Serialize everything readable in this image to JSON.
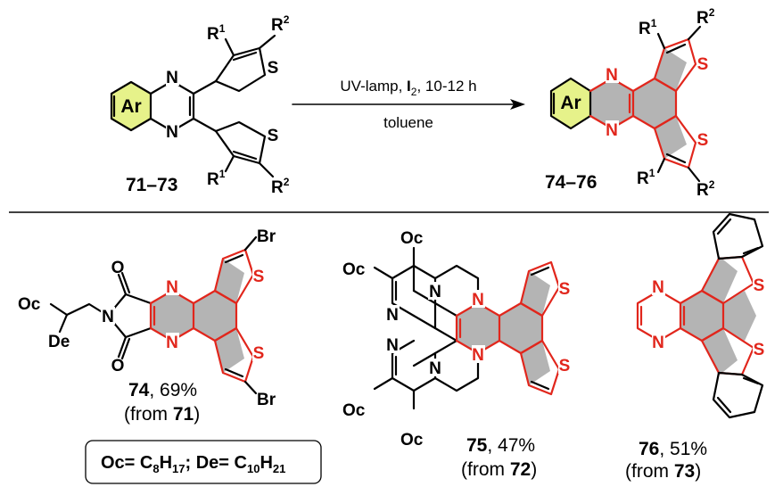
{
  "scheme": {
    "reactant": {
      "core_label": "Ar",
      "compound_label": "71–73",
      "atoms": {
        "N": "N",
        "S": "S",
        "R": "R",
        "sup1": "1",
        "sup2": "2"
      }
    },
    "arrow": {
      "above_parts": [
        "UV-lamp, ",
        "I",
        "2",
        ", 10-12 h"
      ],
      "below": "toluene"
    },
    "product": {
      "core_label": "Ar",
      "compound_label": "74–76"
    },
    "examples": [
      {
        "id": "74",
        "yield": ", 69%",
        "from_prefix": "(from ",
        "from_id": "71",
        "from_suffix": ")",
        "atoms": {
          "Br": "Br",
          "O": "O",
          "N": "N",
          "S": "S",
          "Oc": "Oc",
          "De": "De"
        }
      },
      {
        "id": "75",
        "yield": ", 47%",
        "from_prefix": "(from ",
        "from_id": "72",
        "from_suffix": ")",
        "atoms": {
          "Oc": "Oc",
          "N": "N",
          "S": "S"
        }
      },
      {
        "id": "76",
        "yield": ", 51%",
        "from_prefix": "(from ",
        "from_id": "73",
        "from_suffix": ")",
        "atoms": {
          "N": "N",
          "S": "S"
        }
      }
    ],
    "legend": {
      "parts": [
        "Oc= C",
        "8",
        "H",
        "17",
        "; De= C",
        "10",
        "H",
        "21"
      ]
    }
  }
}
